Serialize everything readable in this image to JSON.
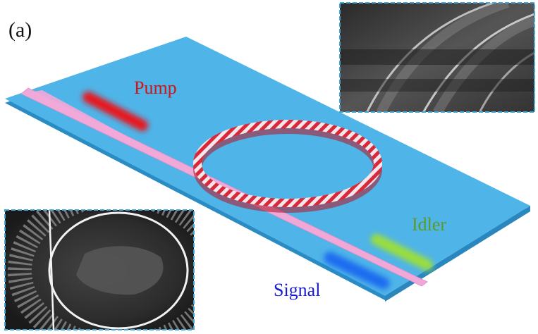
{
  "panel_label": "(a)",
  "labels": {
    "pump": "Pump",
    "idler": "Idler",
    "signal": "Signal"
  },
  "colors": {
    "substrate": "#4fb4e8",
    "substrate_edge": "#2b8cc4",
    "waveguide": "#f0a8d8",
    "ring_red": "#d8283a",
    "ring_white": "#f4e6ea",
    "pump": "#e8141c",
    "pump_text": "#d41414",
    "idler": "#9ade3c",
    "idler_text": "#5e9a2a",
    "signal": "#1a6cf0",
    "signal_text": "#1a1ad0",
    "inset_border": "#3fa9d9"
  },
  "insets": [
    {
      "name": "sem-inset-top-right",
      "description_visible": ""
    },
    {
      "name": "sem-inset-bottom-left",
      "description_visible": ""
    }
  ]
}
